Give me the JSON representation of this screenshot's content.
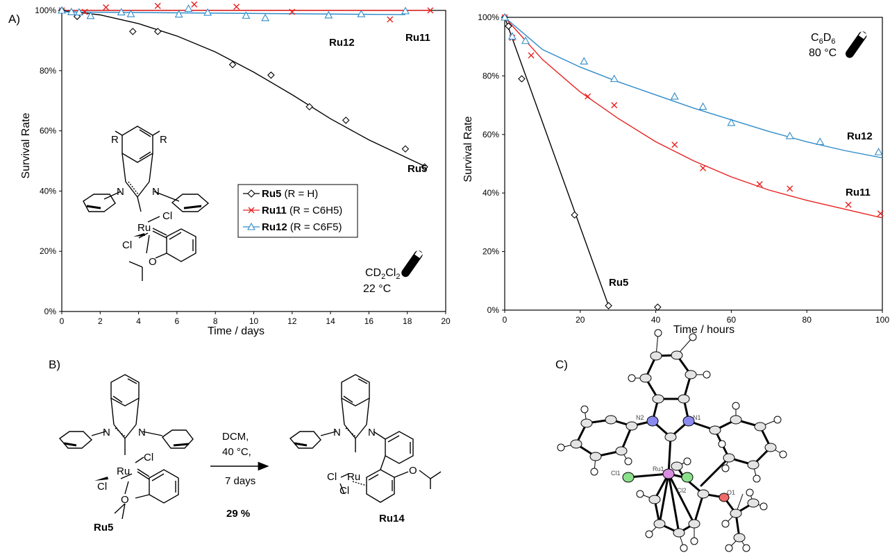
{
  "panels": {
    "a": "A)",
    "b": "B)",
    "c": "C)"
  },
  "chart_data": [
    {
      "type": "scatter",
      "xlabel": "Time / days",
      "ylabel": "Survival Rate",
      "xlim": [
        0,
        20
      ],
      "ylim": [
        0,
        100
      ],
      "xticks": [
        "0",
        "2",
        "4",
        "6",
        "8",
        "10",
        "12",
        "14",
        "16",
        "18",
        "20"
      ],
      "yticks": [
        "0%",
        "20%",
        "40%",
        "60%",
        "80%",
        "100%"
      ],
      "grid": false,
      "legend_position": "center",
      "conditions": {
        "solvent": "CD2Cl2",
        "temperature": "22 °C"
      },
      "legend": [
        {
          "name": "Ru5",
          "desc": " (R = H)"
        },
        {
          "name": "Ru11",
          "desc": " (R = C6H5)"
        },
        {
          "name": "Ru12",
          "desc": " (R = C6F5)"
        }
      ],
      "series": [
        {
          "name": "Ru5",
          "color": "#000000",
          "marker": "diamond",
          "x": [
            0,
            0.8,
            3.7,
            5.0,
            8.9,
            10.9,
            12.9,
            14.8,
            17.9,
            18.9
          ],
          "y": [
            100,
            98,
            93,
            93,
            82,
            78.5,
            68,
            63.5,
            54,
            48
          ],
          "fit": [
            [
              0,
              100
            ],
            [
              2,
              98.5
            ],
            [
              4,
              95.6
            ],
            [
              6,
              91.5
            ],
            [
              8,
              86.2
            ],
            [
              10,
              79.5
            ],
            [
              12,
              72
            ],
            [
              14,
              64
            ],
            [
              16,
              57
            ],
            [
              18,
              51
            ],
            [
              19,
              48
            ]
          ],
          "label": "Ru5"
        },
        {
          "name": "Ru11",
          "color": "#e8201e",
          "marker": "x",
          "x": [
            0,
            1.2,
            2.3,
            5.0,
            6.9,
            9.1,
            12.0,
            17.1,
            19.2
          ],
          "y": [
            100,
            99.5,
            101,
            101.5,
            102,
            101.2,
            99.5,
            97,
            100
          ],
          "fit": [
            [
              0,
              100
            ],
            [
              19.2,
              100
            ]
          ],
          "label": "Ru11"
        },
        {
          "name": "Ru12",
          "color": "#2e8bc9",
          "marker": "triangle",
          "x": [
            0,
            0.5,
            0.9,
            1.5,
            3.1,
            3.6,
            6.1,
            6.6,
            7.6,
            9.6,
            10.6,
            13.9,
            15.6,
            17.9
          ],
          "y": [
            100,
            99.5,
            99.4,
            98.2,
            99.4,
            98.8,
            98.7,
            100.6,
            99.3,
            98.3,
            97.5,
            98.4,
            98.8,
            99.8
          ],
          "fit": [
            [
              0,
              99.5
            ],
            [
              17.9,
              98.6
            ]
          ],
          "label": "Ru12"
        }
      ]
    },
    {
      "type": "scatter",
      "xlabel": "Time / hours",
      "ylabel": "Survival Rate",
      "xlim": [
        0,
        100
      ],
      "ylim": [
        0,
        100
      ],
      "xticks": [
        "0",
        "20",
        "40",
        "60",
        "80",
        "100"
      ],
      "yticks": [
        "0%",
        "20%",
        "40%",
        "60%",
        "80%",
        "100%"
      ],
      "grid": false,
      "conditions": {
        "solvent": "C6D6",
        "temperature": "80 °C"
      },
      "series": [
        {
          "name": "Ru5",
          "color": "#000000",
          "marker": "diamond",
          "x": [
            0,
            1,
            4.5,
            18.5,
            27.5,
            40.5
          ],
          "y": [
            100,
            97,
            79,
            32.5,
            1.5,
            1
          ],
          "fit": [
            [
              0,
              100
            ],
            [
              27.5,
              1.5
            ]
          ],
          "label": "Ru5"
        },
        {
          "name": "Ru11",
          "color": "#e8201e",
          "marker": "x",
          "x": [
            0,
            2,
            7,
            22,
            29,
            45,
            52.5,
            67.5,
            75.5,
            91,
            99.5
          ],
          "y": [
            100,
            93,
            87,
            73,
            70,
            56.5,
            48.5,
            43,
            41.5,
            36,
            33
          ],
          "fit": [
            [
              0,
              100
            ],
            [
              10,
              85.6
            ],
            [
              20,
              74.5
            ],
            [
              30,
              65.5
            ],
            [
              40,
              57.5
            ],
            [
              50,
              51
            ],
            [
              60,
              45.5
            ],
            [
              70,
              41
            ],
            [
              80,
              37.5
            ],
            [
              90,
              34.5
            ],
            [
              100,
              31.5
            ]
          ],
          "label": "Ru11"
        },
        {
          "name": "Ru12",
          "color": "#2e8bc9",
          "marker": "triangle",
          "x": [
            0,
            2,
            5.5,
            21,
            29,
            45,
            52.5,
            60,
            75.5,
            83.5,
            99
          ],
          "y": [
            100,
            93.5,
            92,
            85,
            79,
            73,
            69.5,
            64,
            59.5,
            57.5,
            54
          ],
          "fit": [
            [
              0,
              100
            ],
            [
              10,
              89
            ],
            [
              20,
              83
            ],
            [
              30,
              78
            ],
            [
              40,
              73.5
            ],
            [
              50,
              69
            ],
            [
              60,
              65
            ],
            [
              70,
              61
            ],
            [
              80,
              57.5
            ],
            [
              90,
              54.5
            ],
            [
              100,
              52
            ]
          ],
          "label": "Ru12"
        }
      ]
    }
  ],
  "structure_a": {
    "r_left": "R",
    "r_right": "R",
    "n1": "N",
    "n2": "N",
    "ru": "Ru",
    "cl1": "Cl",
    "cl2": "Cl",
    "o": "O"
  },
  "scheme": {
    "reagent": "DCM,",
    "temperature": "40 °C,",
    "time": "7 days",
    "yield": "29 %",
    "start_label": "Ru5",
    "product_label": "Ru14",
    "start": {
      "n1": "N",
      "n2": "N",
      "ru": "Ru",
      "cl1": "Cl",
      "cl2": "Cl",
      "o": "O"
    },
    "product": {
      "n1": "N",
      "n2": "N",
      "ru": "Ru",
      "cl1": "Cl",
      "cl2": "Cl",
      "o": "O"
    }
  },
  "crystal": {
    "n1": "N1",
    "n2": "N2",
    "ru1": "Ru1",
    "cl1": "Cl1",
    "cl2": "Cl2",
    "o1": "O1"
  }
}
